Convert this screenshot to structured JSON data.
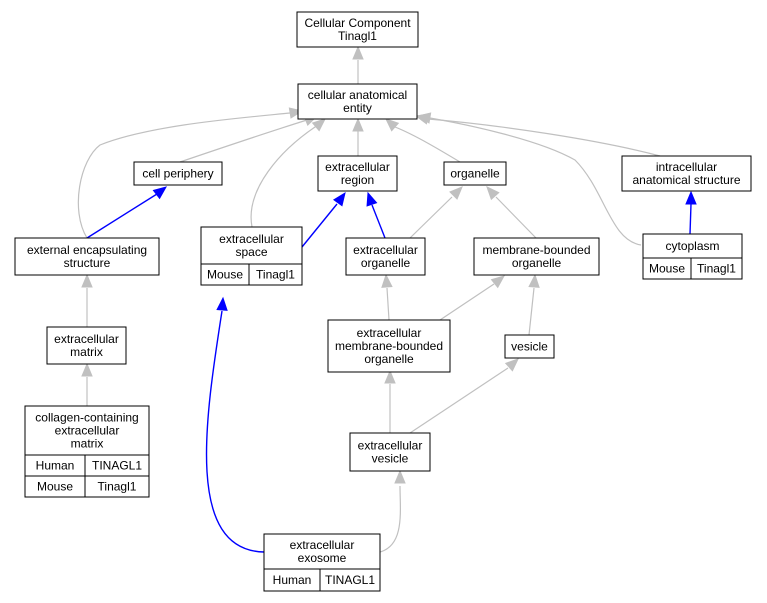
{
  "colors": {
    "human": "#fa6149",
    "mouse": "#add8e6",
    "edge_gray": "#c0c0c0",
    "edge_blue": "#0000ff"
  },
  "nodes": {
    "root": {
      "lines": [
        "Cellular Component",
        "Tinagl1"
      ]
    },
    "cae": {
      "lines": [
        "cellular anatomical",
        "entity"
      ]
    },
    "cell_periphery": {
      "lines": [
        "cell periphery"
      ]
    },
    "ec_region": {
      "lines": [
        "extracellular",
        "region"
      ]
    },
    "organelle": {
      "lines": [
        "organelle"
      ]
    },
    "ias": {
      "lines": [
        "intracellular",
        "anatomical structure"
      ]
    },
    "ees": {
      "lines": [
        "external encapsulating",
        "structure"
      ]
    },
    "ec_space": {
      "lines": [
        "extracellular",
        "space"
      ]
    },
    "ec_organelle": {
      "lines": [
        "extracellular",
        "organelle"
      ]
    },
    "mbo": {
      "lines": [
        "membrane-bounded",
        "organelle"
      ]
    },
    "cytoplasm": {
      "lines": [
        "cytoplasm"
      ]
    },
    "ec_matrix": {
      "lines": [
        "extracellular",
        "matrix"
      ]
    },
    "ec_mbo": {
      "lines": [
        "extracellular",
        "membrane-bounded",
        "organelle"
      ]
    },
    "vesicle": {
      "lines": [
        "vesicle"
      ]
    },
    "collagen": {
      "lines": [
        "collagen-containing",
        "extracellular",
        "matrix"
      ]
    },
    "ec_vesicle": {
      "lines": [
        "extracellular",
        "vesicle"
      ]
    },
    "exosome": {
      "lines": [
        "extracellular",
        "exosome"
      ]
    }
  },
  "annotations": {
    "ec_space": [
      {
        "species": "Mouse",
        "gene": "Tinagl1"
      }
    ],
    "cytoplasm": [
      {
        "species": "Mouse",
        "gene": "Tinagl1"
      }
    ],
    "collagen": [
      {
        "species": "Human",
        "gene": "TINAGL1"
      },
      {
        "species": "Mouse",
        "gene": "Tinagl1"
      }
    ],
    "exosome": [
      {
        "species": "Human",
        "gene": "TINAGL1"
      }
    ]
  }
}
